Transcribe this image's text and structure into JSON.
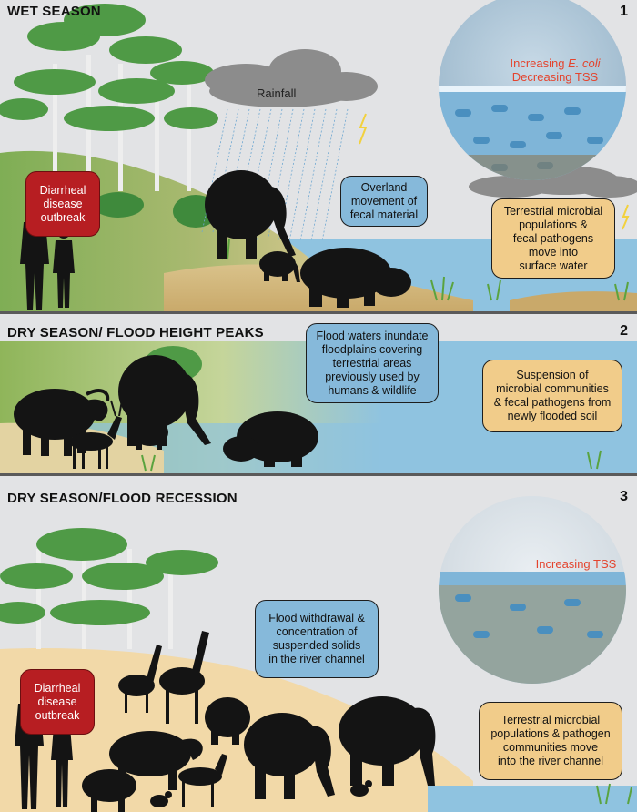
{
  "panels": [
    {
      "title": "WET SEASON",
      "number": "1",
      "rainfall_label": "Rainfall",
      "circle_text": {
        "line1_prefix": "Increasing ",
        "line1_italic": "E. coli",
        "line2": "Decreasing TSS"
      },
      "boxes": {
        "diarrheal": [
          "Diarrheal",
          "disease",
          "outbreak"
        ],
        "overland": [
          "Overland",
          "movement of",
          "fecal material"
        ],
        "terrestrial": [
          "Terrestrial microbial",
          "populations &",
          "fecal pathogens",
          "move into",
          "surface water"
        ]
      }
    },
    {
      "title": "DRY SEASON/ FLOOD HEIGHT PEAKS",
      "number": "2",
      "boxes": {
        "flood": [
          "Flood waters inundate",
          "floodplains covering",
          "terrestrial areas",
          "previously used by",
          "humans & wildlife"
        ],
        "suspension": [
          "Suspension of",
          "microbial communities",
          "& fecal pathogens from",
          "newly flooded soil"
        ]
      }
    },
    {
      "title": "DRY SEASON/FLOOD RECESSION",
      "number": "3",
      "circle_text": {
        "line1": "Increasing TSS"
      },
      "boxes": {
        "withdrawal": [
          "Flood withdrawal &",
          "concentration of",
          "suspended solids",
          "in the river channel"
        ],
        "diarrheal": [
          "Diarrheal",
          "disease",
          "outbreak"
        ],
        "terrestrial": [
          "Terrestrial microbial",
          "populations & pathogen",
          "communities move",
          "into the river channel"
        ]
      }
    }
  ],
  "colors": {
    "water": "#8fc3e0",
    "land_green": "#7aa84a",
    "sand": "#f2d9a8",
    "silhouette": "#141414",
    "box_blue": "#86b9da",
    "box_tan": "#f1cc8a",
    "box_red": "#b71e22",
    "text_red": "#e4442e"
  }
}
